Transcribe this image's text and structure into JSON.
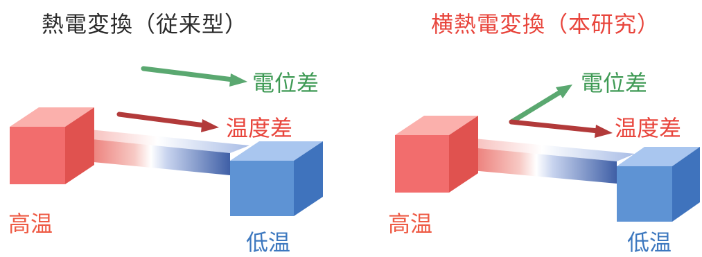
{
  "colors": {
    "hot": "#f26d6d",
    "cold": "#5e93d4",
    "potential_arrow": "#5aa870",
    "temperature_arrow": "#b23a3a",
    "title_conventional": "#2b2b2b",
    "title_research": "#e8453c"
  },
  "left": {
    "title": "熱電変換（従来型）",
    "potential_label": "電位差",
    "temperature_label": "温度差",
    "hot_label": "高温",
    "cold_label": "低温"
  },
  "right": {
    "title": "横熱電変換（本研究）",
    "potential_label": "電位差",
    "temperature_label": "温度差",
    "hot_label": "高温",
    "cold_label": "低温"
  }
}
